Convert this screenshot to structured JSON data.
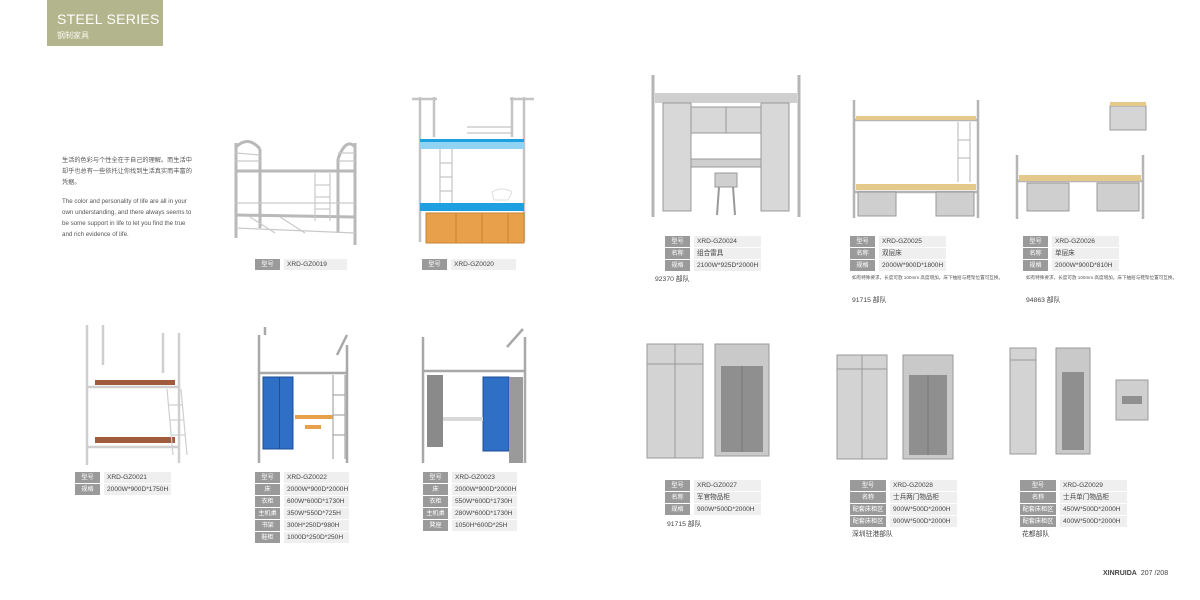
{
  "header": {
    "title": "STEEL SERIES",
    "subtitle": "钢制家具"
  },
  "intro": {
    "cn": "生活的色彩与个性全在于自己的理解。而生活中却乎也总有一些依托让你找到生活真实而丰富的凭据。",
    "en": "The color and personality of life are all in your own understanding, and there always seems to be some support in life to let you find the true and rich evidence of life."
  },
  "labels": {
    "model": "型号",
    "spec": "规格",
    "name": "名称",
    "bed": "床",
    "wardrobe": "衣柜",
    "desk": "主机桌",
    "shelf": "书架",
    "shoe": "鞋柜",
    "chair": "凳座",
    "bed_area": "配套床柜区"
  },
  "products": {
    "gz0019": {
      "model": "XRD-GZ0019"
    },
    "gz0020": {
      "model": "XRD-GZ0020"
    },
    "gz0021": {
      "model": "XRD-GZ0021",
      "spec": "2000W*900D*1750H"
    },
    "gz0022": {
      "model": "XRD-GZ0022",
      "v1": "2000W*900D*2000H",
      "v2": "600W*600D*1730H",
      "v3": "350W*550D*725H",
      "v4": "300H*250D*980H",
      "v5": "1000D*250D*250H"
    },
    "gz0023": {
      "model": "XRD-GZ0023",
      "v1": "2000W*900D*2000H",
      "v2": "550W*600D*1730H",
      "v3": "280W*600D*1730H",
      "v4": "1050H*600D*25H"
    },
    "gz0024": {
      "model": "XRD-GZ0024",
      "name": "组合雷具",
      "spec": "2100W*925D*2000H",
      "note": "92370 部队"
    },
    "gz0025": {
      "model": "XRD-GZ0025",
      "name": "双层床",
      "spec": "2000W*900D*1800H",
      "note_small": "如有特殊要求，长度可放 100mm 高度增加。床下抽屉与鞋架位置可互换。",
      "note": "91715 部队"
    },
    "gz0026": {
      "model": "XRD-GZ0026",
      "name": "单层床",
      "spec": "2000W*900D*810H",
      "note_small": "如有特殊要求，长度可放 100mm 高度增加。床下抽屉与鞋架位置可互换。",
      "note": "94863 部队"
    },
    "gz0027": {
      "model": "XRD-GZ0027",
      "name": "军官物品柜",
      "spec": "900W*500D*2000H",
      "note": "91715 部队"
    },
    "gz0028": {
      "model": "XRD-GZ0028",
      "name": "士兵两门物品柜",
      "v1": "900W*500D*2000H",
      "v2": "900W*500D*2000H",
      "note": "深圳驻港部队"
    },
    "gz0029": {
      "model": "XRD-GZ0029",
      "name": "士兵单门物品柜",
      "v1": "450W*500D*2000H",
      "v2": "400W*500D*2000H",
      "note": "花都部队"
    }
  },
  "footer": {
    "brand": "XINRUIDA",
    "pages": "207 /208"
  },
  "colors": {
    "header_bg": "#b3b58c",
    "frame": "#c9c9c9",
    "label_bg": "#9a9a9a",
    "value_bg": "#efefef",
    "blue": "#2f6fc6",
    "orange": "#e8a04a",
    "mattress": "#1ea0e0"
  }
}
